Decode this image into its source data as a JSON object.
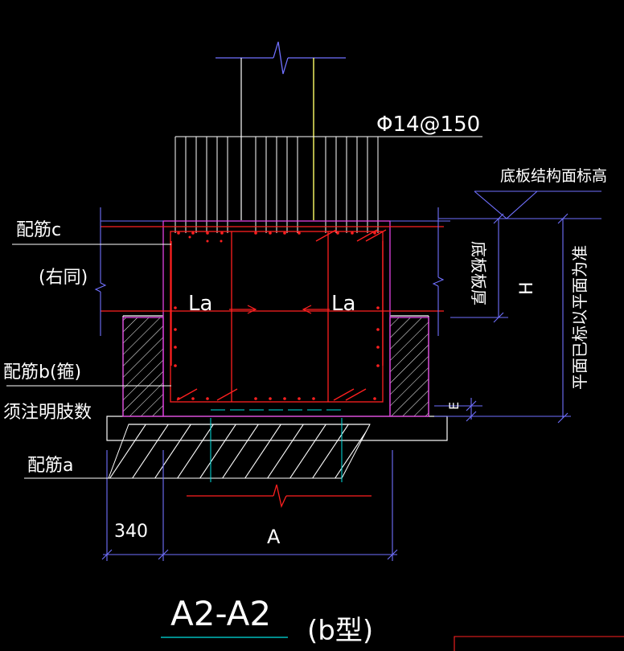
{
  "colors": {
    "background": "#000000",
    "outline": "#ffffff",
    "rebar": "#ff2020",
    "dimension": "#7070ff",
    "wall": "#e040e0",
    "column": "#ffff66",
    "center": "#00e0e0",
    "label": "#ffffff"
  },
  "labels": {
    "top_bar": "Φ14@150",
    "slab_elev": "底板结构面标高",
    "slab_thick": "底板板厚",
    "rebar_c": "配筋c",
    "same_right": "(右同)",
    "la_left": "La",
    "la_right": "La",
    "h": "H",
    "per_table": "平面已标以平面为准",
    "rebar_b": "配筋b(箍)",
    "note_legs": "须注明肢数",
    "e": "E",
    "rebar_a": "配筋a",
    "dim_340": "340",
    "dim_a": "A",
    "section_title": "A2-A2",
    "type_label": "(b型)"
  }
}
